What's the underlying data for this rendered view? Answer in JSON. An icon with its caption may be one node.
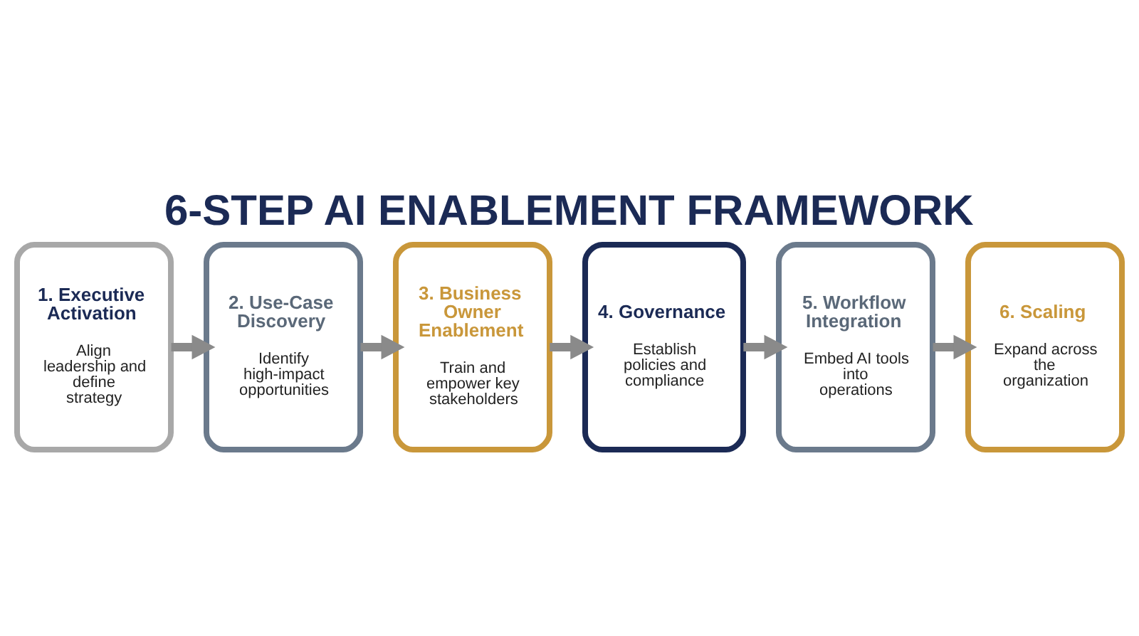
{
  "diagram": {
    "title": "6-STEP AI ENABLEMENT FRAMEWORK",
    "nodes": [
      {
        "text": [
          "1. Executive Activation",
          "Align leadership and define strategy"
        ]
      },
      {
        "text": [
          "2. Use-Case Discovery",
          "Identify high-impact opportunities"
        ]
      },
      {
        "text": [
          "3. Business Owner Enablement",
          "Train and empower key stakeholders"
        ]
      },
      {
        "text": [
          "4. Governance",
          "Establish policies and compliance"
        ]
      },
      {
        "text": [
          "5. Workflow Integration",
          "Embed AI tools into operations"
        ]
      },
      {
        "text": [
          "6. Scaling",
          "Expand across the organization"
        ]
      }
    ],
    "edges": [
      {
        "from": 0,
        "to": 1,
        "arrow": "to"
      },
      {
        "from": 1,
        "to": 2,
        "arrow": "to"
      },
      {
        "from": 2,
        "to": 3,
        "arrow": "to"
      },
      {
        "from": 3,
        "to": 4,
        "arrow": "to"
      },
      {
        "from": 4,
        "to": 5,
        "arrow": "to"
      }
    ]
  }
}
